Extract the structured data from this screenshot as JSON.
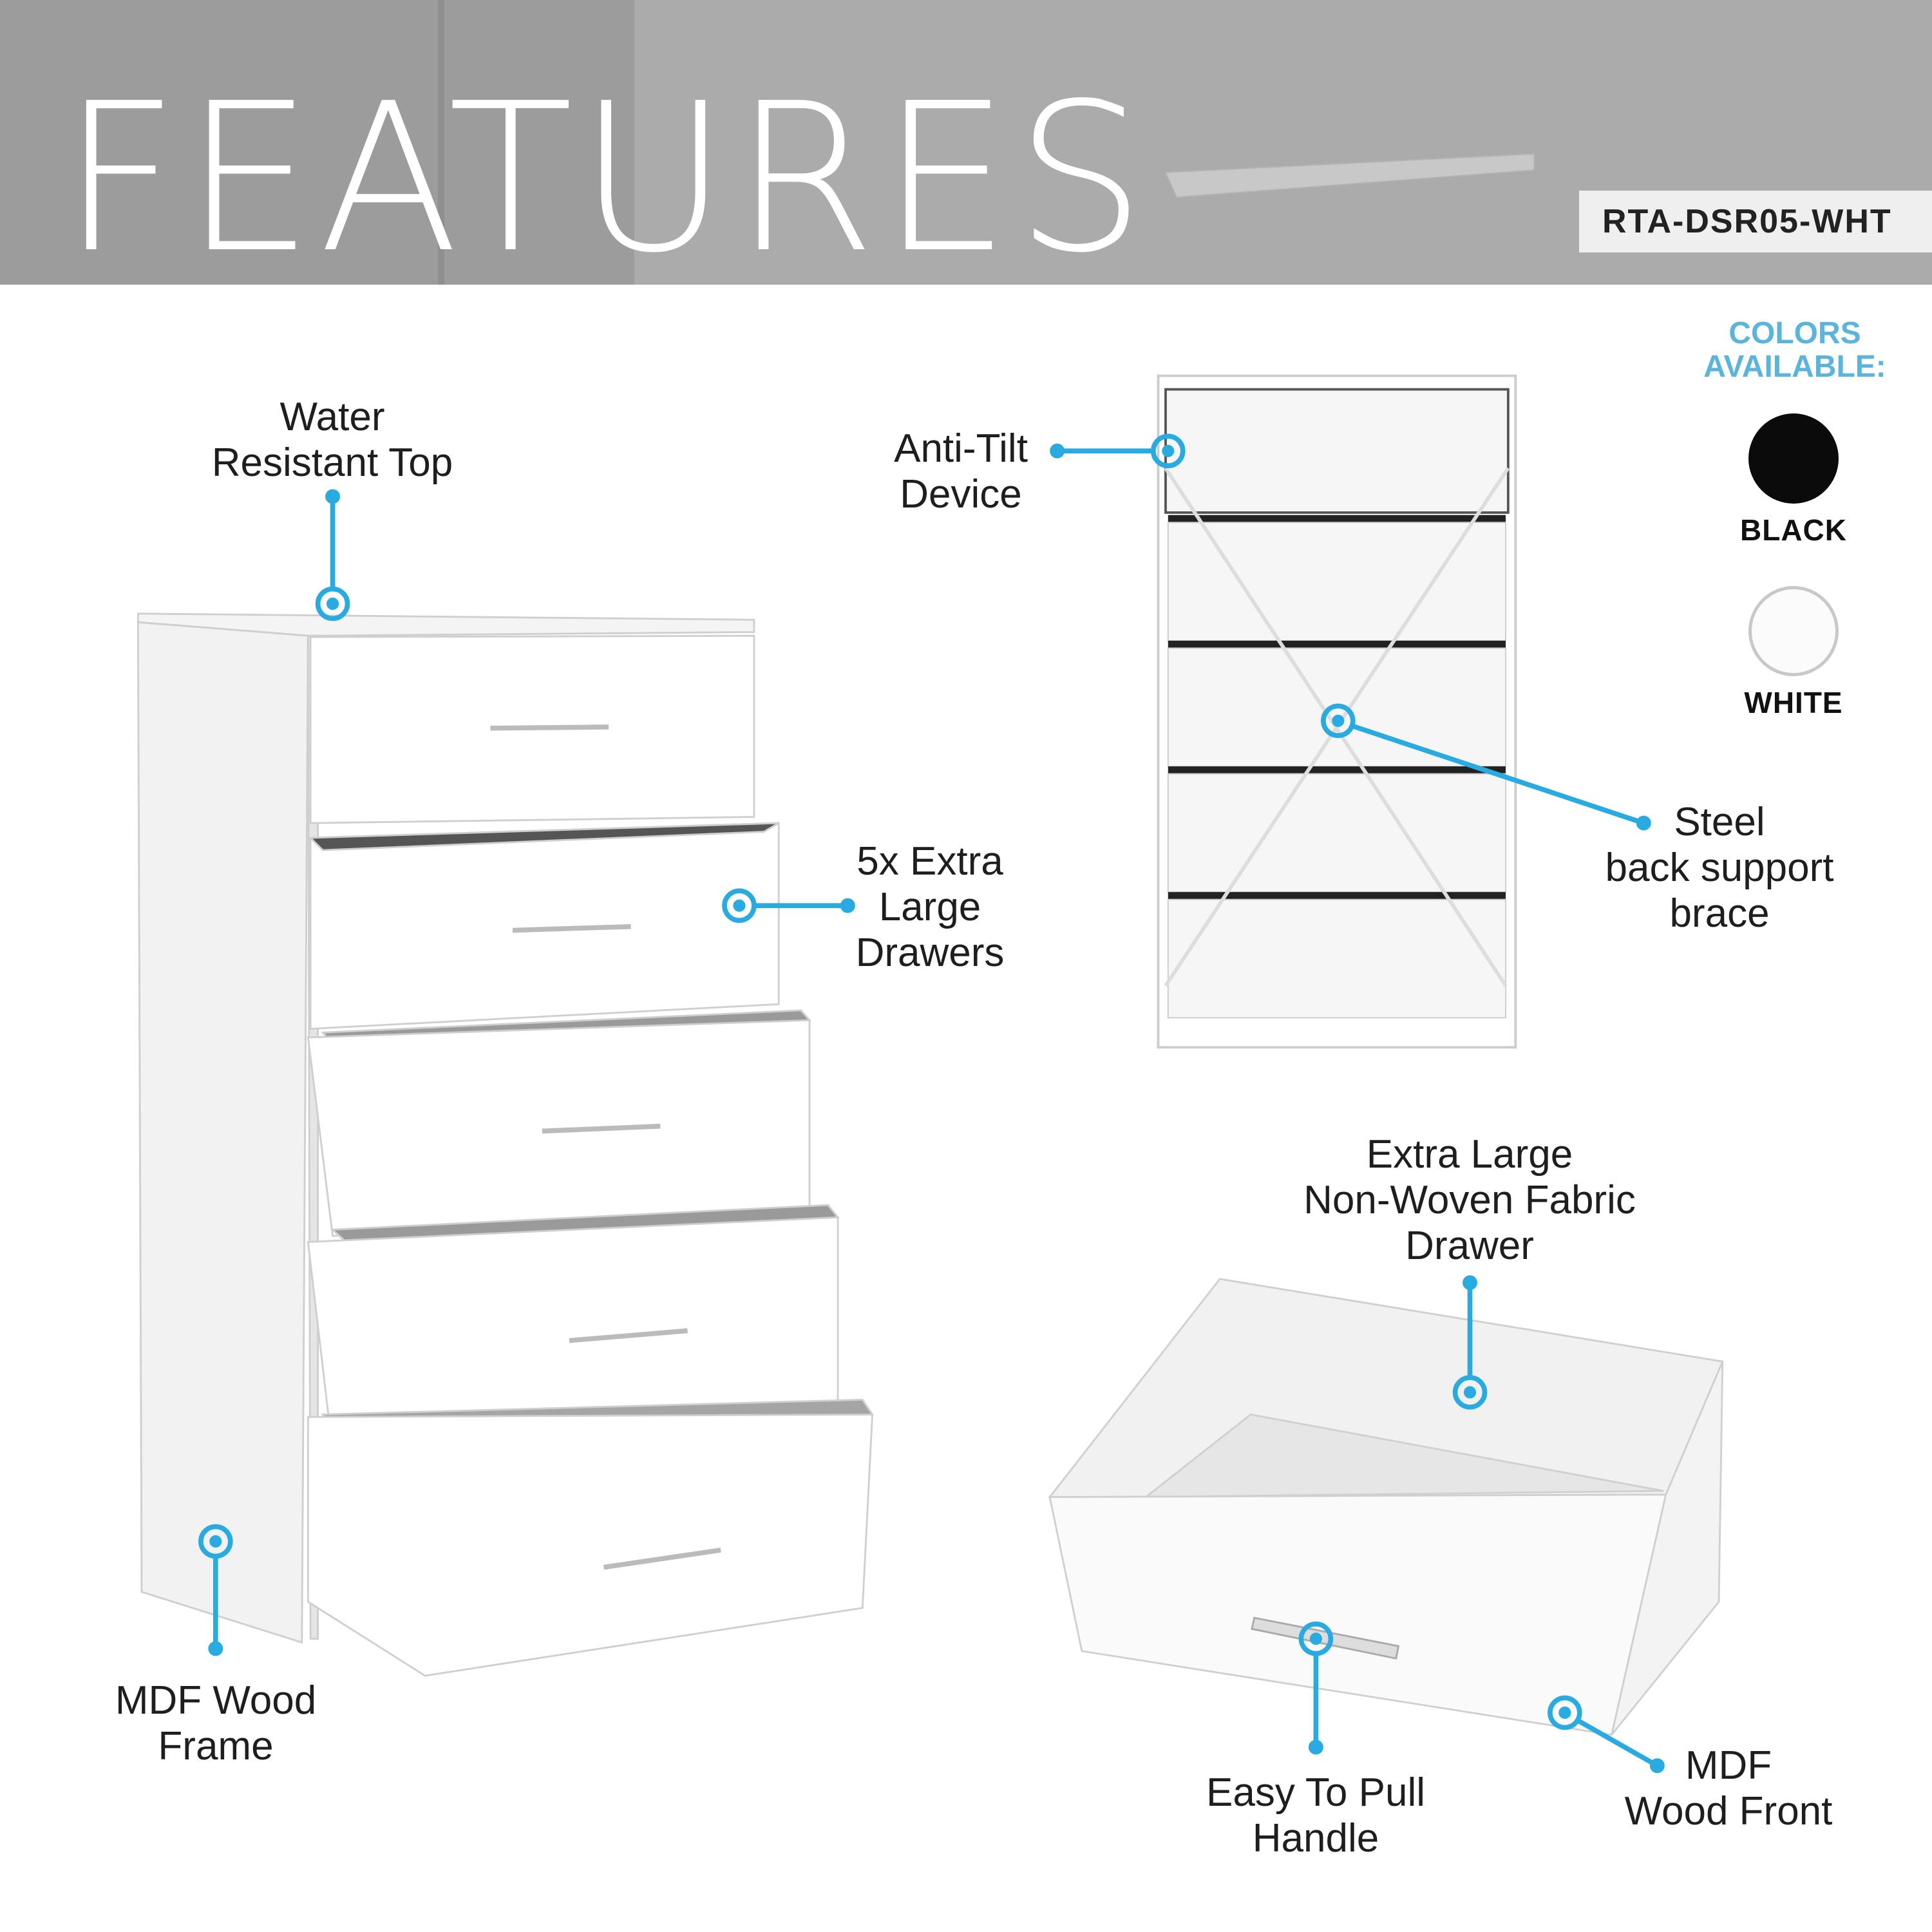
{
  "header": {
    "title": "FEATURES",
    "model": "RTA-DSR05-WHT"
  },
  "colors": {
    "title_line1": "COLORS",
    "title_line2": "AVAILABLE:",
    "options": [
      {
        "label": "BLACK",
        "swatch": "#0b0b0b"
      },
      {
        "label": "WHITE",
        "swatch": "#fbfbfb"
      }
    ]
  },
  "callouts": {
    "water_top": [
      "Water",
      "Resistant Top"
    ],
    "anti_tilt": [
      "Anti-Tilt",
      "Device"
    ],
    "drawers": [
      "5x Extra",
      "Large",
      "Drawers"
    ],
    "steel_brace": [
      "Steel",
      "back support",
      "brace"
    ],
    "fabric_drawer": [
      "Extra Large",
      "Non-Woven Fabric",
      "Drawer"
    ],
    "mdf_frame": [
      "MDF Wood",
      "Frame"
    ],
    "handle": [
      "Easy To Pull",
      "Handle"
    ],
    "mdf_front": [
      "MDF",
      "Wood Front"
    ]
  },
  "accent": "#29abe2"
}
